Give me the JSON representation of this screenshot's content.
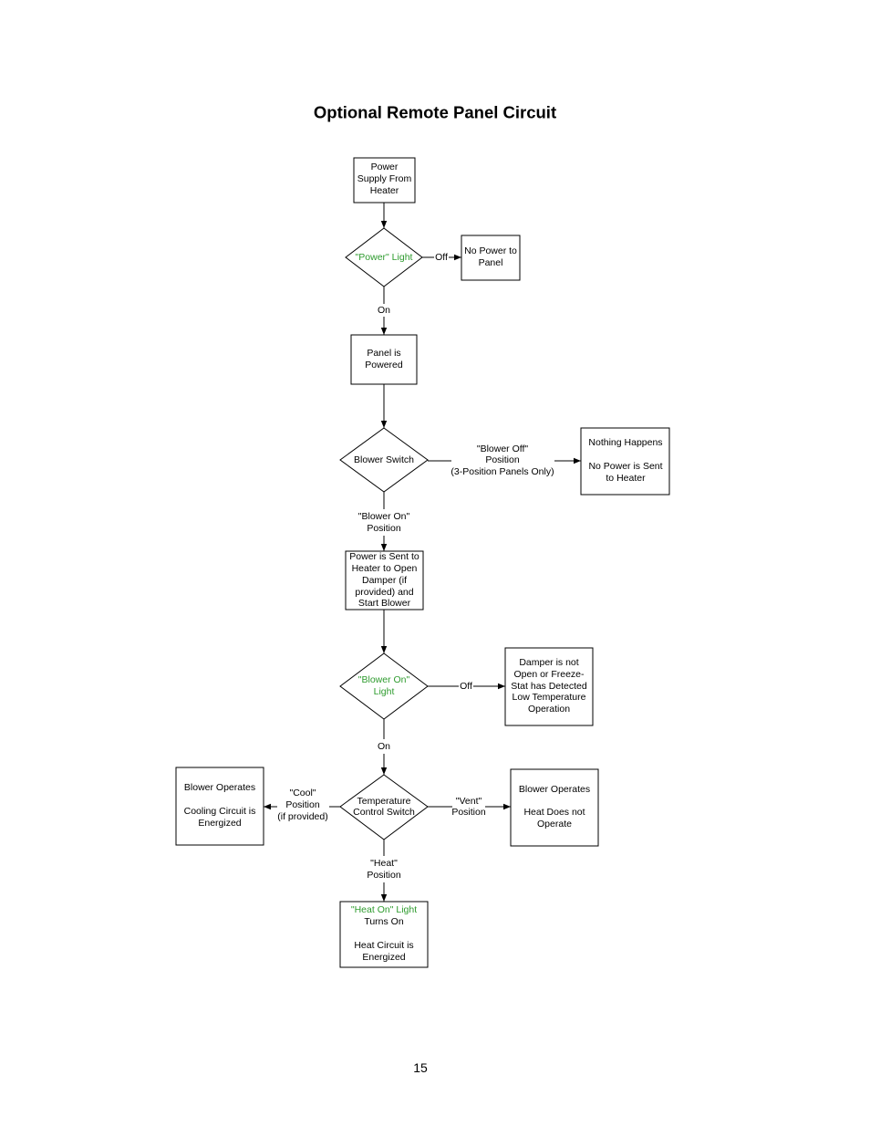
{
  "page": {
    "title": "Optional Remote Panel Circuit",
    "page_number": "15"
  },
  "colors": {
    "highlight_text": "#2e9b2e",
    "stroke": "#000000",
    "text": "#000000"
  },
  "nodes": {
    "power_supply": [
      "Power",
      "Supply From",
      "Heater"
    ],
    "power_light": [
      "\"Power\" Light"
    ],
    "no_power": [
      "No Power to",
      "Panel"
    ],
    "panel_powered": [
      "Panel is",
      "Powered"
    ],
    "blower_switch": [
      "Blower Switch"
    ],
    "nothing_happens": [
      "Nothing Happens",
      "No Power is Sent",
      "to Heater"
    ],
    "power_sent": [
      "Power is Sent to",
      "Heater to Open",
      "Damper (if",
      "provided) and",
      "Start Blower"
    ],
    "blower_on_light": [
      "\"Blower On\"",
      "Light"
    ],
    "damper_not_open": [
      "Damper is not",
      "Open or Freeze-",
      "Stat has Detected",
      "Low Temperature",
      "Operation"
    ],
    "temp_switch": [
      "Temperature",
      "Control Switch"
    ],
    "cooling": [
      "Blower Operates",
      "Cooling Circuit is",
      "Energized"
    ],
    "heat_not_operate": [
      "Blower Operates",
      "Heat Does not",
      "Operate"
    ],
    "heat_on": [
      "\"Heat On\" Light",
      "Turns On",
      "Heat Circuit is",
      "Energized"
    ]
  },
  "edges": {
    "power_light_off": "Off",
    "power_light_on": "On",
    "blower_off": [
      "\"Blower Off\"",
      "Position",
      "(3-Position Panels Only)"
    ],
    "blower_on": [
      "\"Blower On\"",
      "Position"
    ],
    "blower_light_off": "Off",
    "blower_light_on": "On",
    "cool": [
      "\"Cool\"",
      "Position",
      "(if provided)"
    ],
    "vent": [
      "\"Vent\"",
      "Position"
    ],
    "heat": [
      "\"Heat\"",
      "Position"
    ]
  }
}
